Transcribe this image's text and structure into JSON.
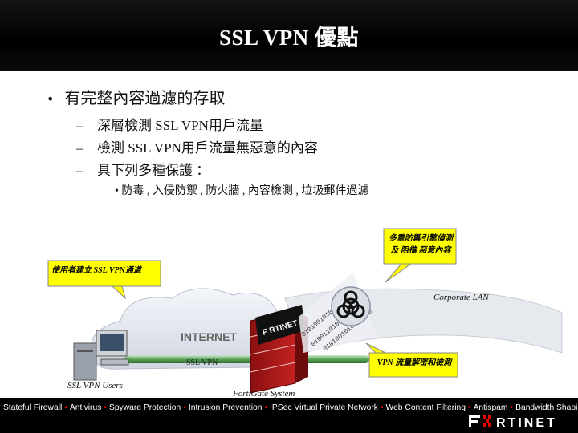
{
  "slide": {
    "title": "SSL VPN 優點",
    "bullet": "有完整內容過濾的存取",
    "sub_items": [
      "深層檢測 SSL VPN用戶流量",
      "檢測 SSL VPN用戶流量無惡意的內容",
      "具下列多種保護 ："
    ],
    "level3": "防毒 , 入侵防禦 , 防火牆 , 內容檢測 , 垃圾郵件過濾"
  },
  "diagram": {
    "callout_user": "使用者建立 SSL VPN通道",
    "callout_engine": "多重防禦引擎偵測及 阻擋 惡意內容",
    "callout_vpn": "VPN 流量解密和檢測",
    "label_internet": "INTERNET",
    "label_ssl": "SSL VPN",
    "label_users": "SSL VPN Users",
    "label_fortigate": "FortiGate System",
    "label_lan": "Corporate LAN",
    "firewall_logo": "FORTINET",
    "binary_text": "0101001010100110010"
  },
  "footer": {
    "features": [
      "Stateful Firewall",
      "Antivirus",
      "Spyware Protection",
      "Intrusion Prevention",
      "IPSec Virtual Private Network",
      "Web Content Filtering",
      "Antispam",
      "Bandwidth Shaping"
    ],
    "brand": "FORTINET"
  },
  "colors": {
    "accent_red": "#e00000",
    "callout_yellow": "#ffff00",
    "title_bg": "#000000"
  }
}
